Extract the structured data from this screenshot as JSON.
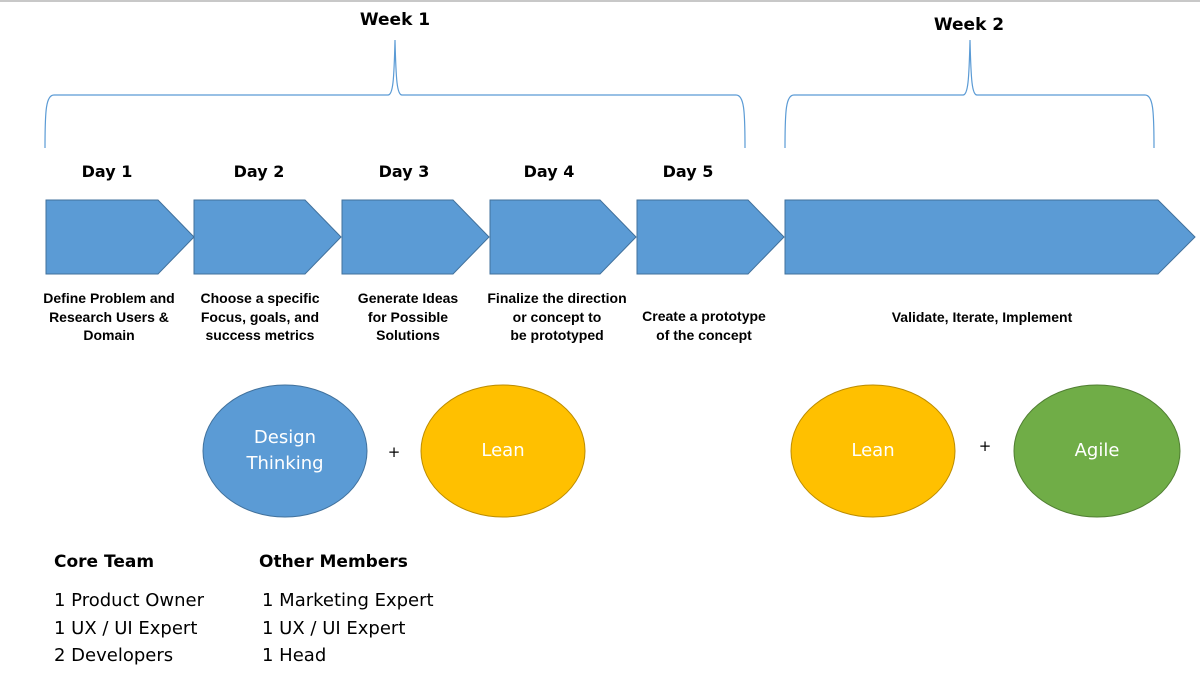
{
  "weeks": [
    {
      "label": "Week 1"
    },
    {
      "label": "Week 2"
    }
  ],
  "days": [
    {
      "label": "Day 1",
      "description": "Define Problem and\nResearch Users &\nDomain"
    },
    {
      "label": "Day 2",
      "description": "Choose a specific\nFocus, goals, and\nsuccess metrics"
    },
    {
      "label": "Day 3",
      "description": "Generate Ideas\nfor Possible\nSolutions"
    },
    {
      "label": "Day 4",
      "description": "Finalize the direction\nor concept to\nbe prototyped"
    },
    {
      "label": "Day 5",
      "description": "Create a prototype\nof the concept"
    }
  ],
  "week2_phase": {
    "description": "Validate, Iterate, Implement"
  },
  "methodologies": {
    "week1": [
      {
        "label": "Design\nThinking",
        "color": "#5b9bd5"
      },
      {
        "label": "Lean",
        "color": "#ffc000"
      }
    ],
    "week2": [
      {
        "label": "Lean",
        "color": "#ffc000"
      },
      {
        "label": "Agile",
        "color": "#70ad47"
      }
    ],
    "combiner": "+"
  },
  "colors": {
    "arrow_fill": "#5b9bd5",
    "arrow_stroke": "#41719c",
    "brace": "#5b9bd5"
  },
  "teams": {
    "core": {
      "title": "Core Team",
      "members": [
        "1 Product Owner",
        "1 UX / UI Expert",
        "2 Developers"
      ]
    },
    "other": {
      "title": "Other Members",
      "members": [
        "1 Marketing Expert",
        "1 UX / UI Expert",
        "1 Head"
      ]
    }
  }
}
